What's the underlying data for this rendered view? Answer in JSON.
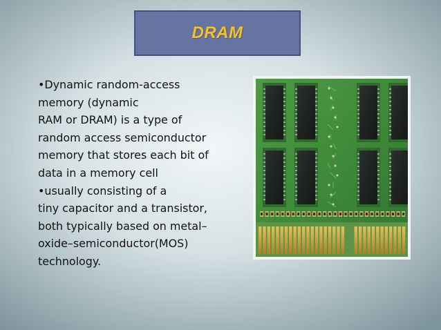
{
  "slide": {
    "title": "DRAM",
    "body_lines": [
      "•Dynamic random-access",
      "memory (dynamic",
      "RAM or DRAM) is a type of",
      "random access semiconductor",
      "memory that stores each bit of",
      "data in a memory cell",
      "•usually consisting of a",
      "tiny capacitor and a transistor,",
      "both typically based on metal–",
      "oxide–semiconductor(MOS)",
      "technology."
    ]
  },
  "colors": {
    "title_background": "#6674a2",
    "title_text": "#f3c12a",
    "pcb_green": "#3f8a3a",
    "chip_black": "#1b1f1c",
    "gold_contacts": "#c9a23a"
  },
  "image": {
    "icon": "dram-memory-module-icon"
  }
}
